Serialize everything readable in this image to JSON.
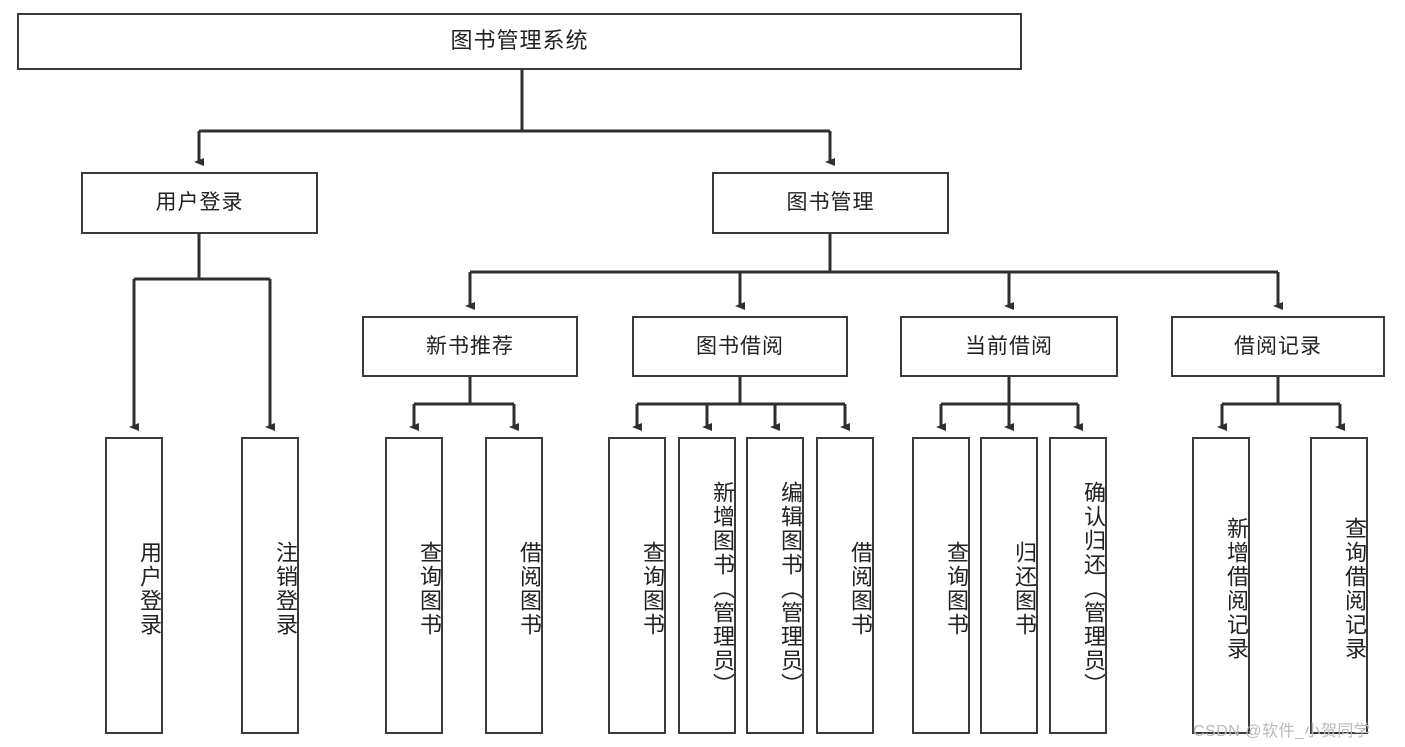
{
  "diagram": {
    "title": "图书管理系统",
    "type": "functional-structure-tree",
    "colors": {
      "background": "#ffffff",
      "node_border": "#3a3a3a",
      "node_fill": "#ffffff",
      "edge": "#2f2f2f",
      "text": "#222222",
      "watermark": "#b9b9b9"
    },
    "root": {
      "label": "图书管理系统"
    },
    "level2": [
      {
        "label": "用户登录"
      },
      {
        "label": "图书管理"
      }
    ],
    "level3": [
      {
        "label": "新书推荐"
      },
      {
        "label": "图书借阅"
      },
      {
        "label": "当前借阅"
      },
      {
        "label": "借阅记录"
      }
    ],
    "leaves": {
      "user_login": [
        {
          "label": "用户登录"
        },
        {
          "label": "注销登录"
        }
      ],
      "new_book": [
        {
          "label": "查询图书"
        },
        {
          "label": "借阅图书"
        }
      ],
      "book_borrow": [
        {
          "label": "查询图书"
        },
        {
          "label": "新增图书（管理员）"
        },
        {
          "label": "编辑图书（管理员）"
        },
        {
          "label": "借阅图书"
        }
      ],
      "current_borrow": [
        {
          "label": "查询图书"
        },
        {
          "label": "归还图书"
        },
        {
          "label": "确认归还（管理员）"
        }
      ],
      "borrow_record": [
        {
          "label": "新增借阅记录"
        },
        {
          "label": "查询借阅记录"
        }
      ]
    },
    "watermark": "CSDN @软件_小贺同学"
  }
}
